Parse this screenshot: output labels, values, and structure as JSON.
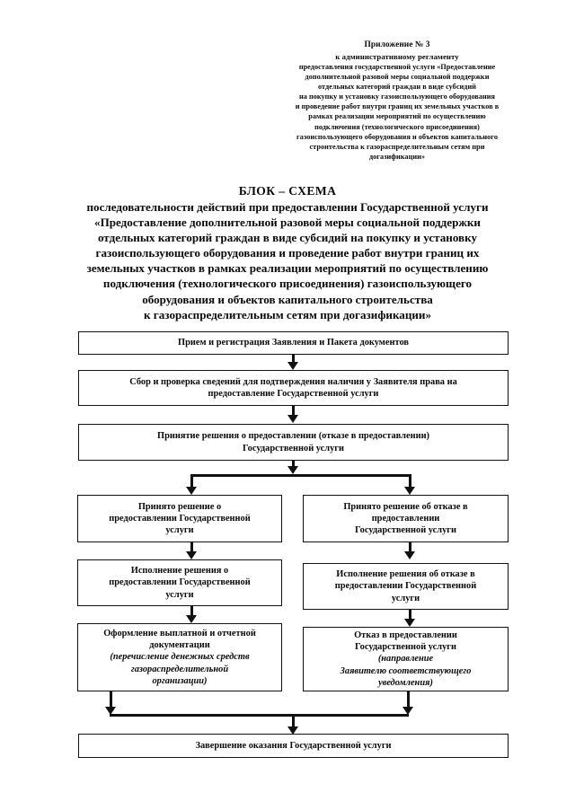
{
  "document": {
    "appendix_header": {
      "line1": "Приложение № 3",
      "line2": "к административному регламенту",
      "line3": "предоставления государственной услуги «Предоставление",
      "line4": "дополнительной разовой меры социальной поддержки",
      "line5": "отдельных категорий граждан в виде субсидий",
      "line6": "на покупку и установку газоиспользующего оборудования",
      "line7": "и проведение работ внутри границ их земельных участков в",
      "line8": "рамках реализации мероприятий по осуществлению",
      "line9": "подключения (технологического присоединения)",
      "line10": "газоиспользующего оборудования и объектов капитального",
      "line11": "строительства к газораспределительным сетям при",
      "line12": "догазификации»"
    },
    "heading": {
      "title": "БЛОК – СХЕМА",
      "line1": "последовательности действий при предоставлении Государственной услуги",
      "line2": "«Предоставление дополнительной разовой меры социальной поддержки",
      "line3": "отдельных категорий граждан в виде субсидий на покупку и установку",
      "line4": "газоиспользующего оборудования и проведение работ внутри границ их",
      "line5": "земельных участков в рамках реализации мероприятий по осуществлению",
      "line6": "подключения (технологического присоединения) газоиспользующего",
      "line7": "оборудования и объектов капитального строительства",
      "line8": "к газораспределительным сетям при догазификации»"
    }
  },
  "flowchart": {
    "type": "flowchart",
    "orientation": "top-to-bottom",
    "nodes": {
      "step1": {
        "text": "Прием и регистрация Заявления и Пакета документов"
      },
      "step2": {
        "line1": "Сбор и проверка сведений для подтверждения наличия у Заявителя права на",
        "line2": "предоставление Государственной услуги"
      },
      "step3": {
        "line1": "Принятие решения о предоставлении (отказе в предоставлении)",
        "line2": "Государственной услуги"
      },
      "branch_approve": {
        "line1": "Принято решение о",
        "line2": "предоставлении Государственной",
        "line3": "услуги"
      },
      "branch_refuse": {
        "line1": "Принято решение об отказе в",
        "line2": "предоставлении",
        "line3": "Государственной услуги"
      },
      "execute_approve": {
        "line1": "Исполнение решения о",
        "line2": "предоставлении Государственной",
        "line3": "услуги"
      },
      "execute_refuse": {
        "line1": "Исполнение решения об отказе в",
        "line2": "предоставлении Государственной",
        "line3": "услуги"
      },
      "payment_docs": {
        "line1": "Оформление выплатной и отчетной",
        "line2": "документации",
        "line3_italic": "(перечисление денежных средств",
        "line4_italic": "газораспределительной",
        "line5_italic": "организации)"
      },
      "refusal_notice": {
        "line1": "Отказ в предоставлении",
        "line2": "Государственной услуги",
        "line2_italic": "(направление",
        "line3_italic": "Заявителю соответствующего",
        "line4_italic": "уведомления)"
      },
      "final": {
        "text": "Завершение оказания Государственной услуги"
      }
    },
    "colors": {
      "line": "#111111",
      "box_border": "#111111",
      "box_fill": "#ffffff",
      "text": "#0b0b0b"
    }
  }
}
